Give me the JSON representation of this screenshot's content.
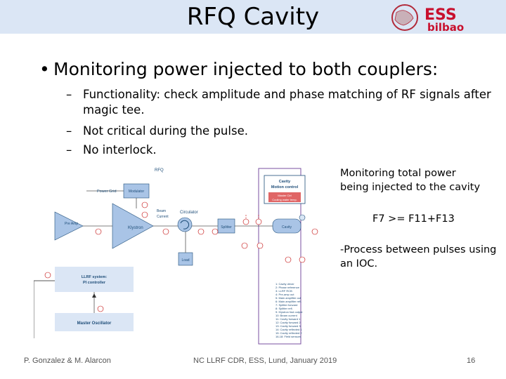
{
  "header": {
    "title": "RFQ Cavity",
    "logo_text": "ESS bilbao",
    "logo_ess": "ESS",
    "logo_bilbao": "bilbao"
  },
  "main": {
    "bullet": "Monitoring power injected to both couplers:",
    "sub_items": [
      {
        "line1": "Functionality: check amplitude and phase matching of RF signals after",
        "line2": "magic tee."
      },
      {
        "line1": "Not critical during the pulse."
      },
      {
        "line1": "No interlock."
      }
    ]
  },
  "notes": {
    "monitoring_line1": "Monitoring total power",
    "monitoring_line2": "being injected to the cavity",
    "formula": "F7 >= F11+F13",
    "process_line1": "-Process between pulses using",
    "process_line2": "an IOC."
  },
  "diagram": {
    "rfq_label": "RFQ",
    "cavity_motion_title": "Cavity",
    "cavity_motion_sub": "Motion control",
    "master_ctrl": "Master Ctrl",
    "cooling": "Cooling water temp.",
    "power_grid": "Power Grid",
    "modulator": "Modulator",
    "circulator": "Circulator",
    "klystron": "Klystron",
    "splitter": "Splitter",
    "cavity": "Cavity",
    "load": "Load",
    "pre_amp": "Pre Amp",
    "beam_current_1": "Beam",
    "beam_current_2": "Current",
    "llrf_title": "LLRF system:",
    "llrf_sub": "PI controller",
    "master_osc": "Master Oscillator",
    "legend": [
      "1: Cavity driver",
      "2: Phase reference",
      "3: LLRF RCB",
      "4: Pre-amp out",
      "5: Main amplifier out",
      "6: Main amplifier refl.",
      "7: Splitter forward",
      "8: Splitter refl.",
      "9: Klystron fwd output",
      "10: Beam current",
      "11: Cavity forward 1",
      "12: Cavity forward 2",
      "13: Cavity forward 3",
      "14: Cavity reflected 1",
      "15: Cavity reflected 2",
      "16-18: Field sensors"
    ]
  },
  "footer": {
    "author": "P. Gonzalez & M. Alarcon",
    "event": "NC LLRF CDR, ESS, Lund, January 2019",
    "page": "16"
  }
}
